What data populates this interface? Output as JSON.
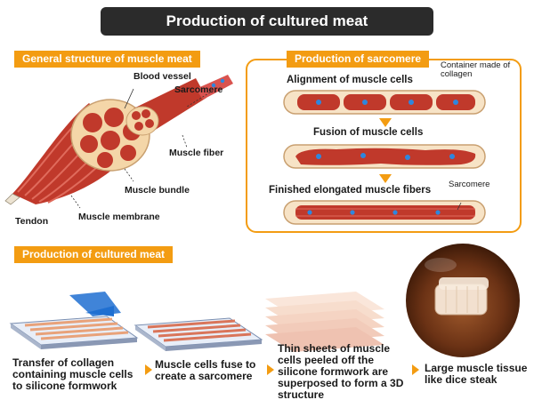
{
  "title": "Production of cultured meat",
  "muscle_section": {
    "header": "General structure of muscle meat",
    "labels": {
      "blood_vessel": "Blood vessel",
      "sarcomere": "Sarcomere",
      "muscle_fiber": "Muscle fiber",
      "muscle_bundle": "Muscle bundle",
      "tendon": "Tendon",
      "muscle_membrane": "Muscle membrane"
    }
  },
  "sarcomere_section": {
    "header": "Production of sarcomere",
    "container_label": "Container made of collagen",
    "step1": "Alignment of muscle cells",
    "step2": "Fusion of muscle cells",
    "step3": "Finished elongated muscle fibers",
    "sarcomere_label": "Sarcomere"
  },
  "process_section": {
    "header": "Production of cultured meat",
    "steps": [
      "Transfer of collagen containing muscle cells to silicone formwork",
      "Muscle cells fuse to create a sarcomere",
      "Thin sheets of muscle cells peeled off the silicone formwork are superposed to form a 3D structure",
      "Large muscle tissue like dice steak"
    ]
  },
  "colors": {
    "accent": "#f39c12",
    "title_bg": "#2b2b2b",
    "muscle_red": "#c0392b",
    "cell_blue": "#2e86de",
    "tissue_beige": "#f4d6a8"
  }
}
